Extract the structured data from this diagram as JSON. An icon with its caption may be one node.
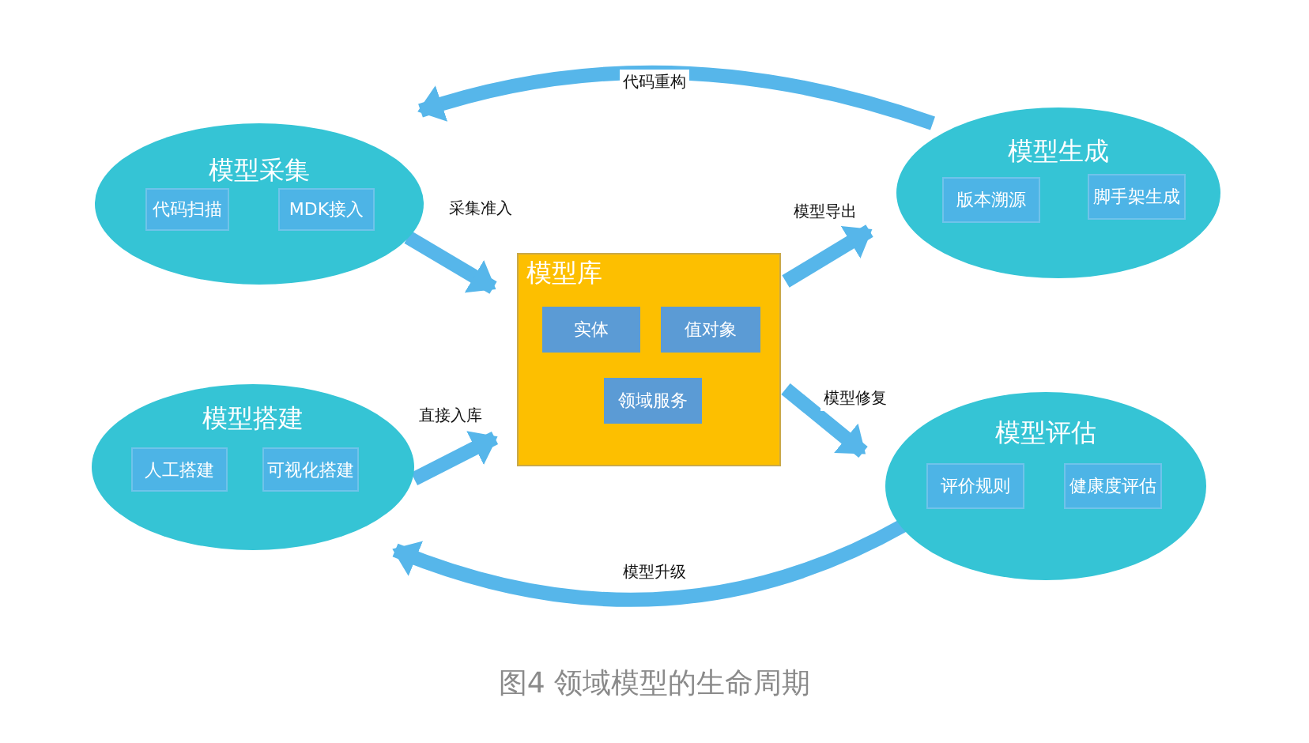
{
  "diagram": {
    "caption": "图4 领域模型的生命周期",
    "nodes": [
      {
        "text": [
          "模型采集"
        ]
      },
      {
        "text": [
          "代码扫描"
        ],
        "in": 0
      },
      {
        "text": [
          "MDK接入"
        ],
        "in": 0
      },
      {
        "text": [
          "模型生成"
        ]
      },
      {
        "text": [
          "版本溯源"
        ],
        "in": 3
      },
      {
        "text": [
          "脚手架生成"
        ],
        "in": 3
      },
      {
        "text": [
          "模型库"
        ]
      },
      {
        "text": [
          "实体"
        ],
        "in": 6
      },
      {
        "text": [
          "值对象"
        ],
        "in": 6
      },
      {
        "text": [
          "领域服务"
        ],
        "in": 6
      },
      {
        "text": [
          "模型搭建"
        ]
      },
      {
        "text": [
          "人工搭建"
        ],
        "in": 10
      },
      {
        "text": [
          "可视化搭建"
        ],
        "in": 10
      },
      {
        "text": [
          "模型评估"
        ]
      },
      {
        "text": [
          "评价规则"
        ],
        "in": 13
      },
      {
        "text": [
          "健康度评估"
        ],
        "in": 13
      }
    ],
    "edges": [
      {
        "from": 0,
        "to": 6,
        "arrow": "to",
        "label": "采集准入"
      },
      {
        "from": 6,
        "to": 3,
        "arrow": "to",
        "label": "模型导出"
      },
      {
        "from": 10,
        "to": 6,
        "arrow": "to",
        "label": "直接入库"
      },
      {
        "from": 6,
        "to": 13,
        "arrow": "to",
        "label": "模型修复"
      },
      {
        "from": 3,
        "to": 0,
        "arrow": "to",
        "label": "代码重构"
      },
      {
        "from": 13,
        "to": 10,
        "arrow": "to",
        "label": "模型升级"
      }
    ]
  }
}
